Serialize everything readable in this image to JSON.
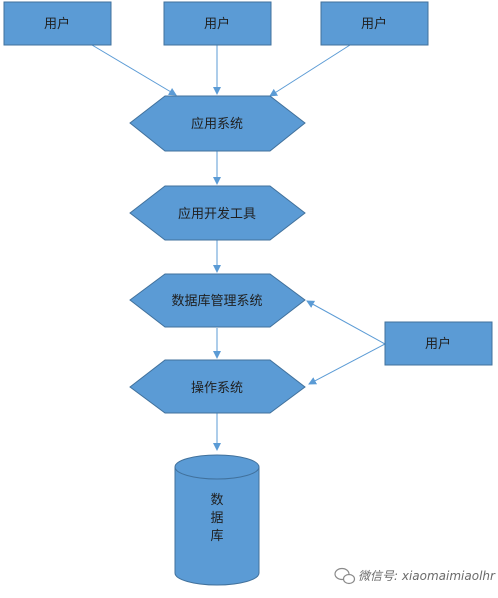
{
  "nodes": {
    "user_top_left": "用户",
    "user_top_mid": "用户",
    "user_top_right": "用户",
    "app_system": "应用系统",
    "dev_tools": "应用开发工具",
    "dbms": "数据库管理系统",
    "os": "操作系统",
    "user_right": "用户",
    "database_lines": [
      "数",
      "据",
      "库"
    ]
  },
  "watermark": "微信号: xiaomaimiaolhr",
  "colors": {
    "fill": "#5b9bd5",
    "stroke": "#41719c",
    "arrow": "#5b9bd5"
  }
}
